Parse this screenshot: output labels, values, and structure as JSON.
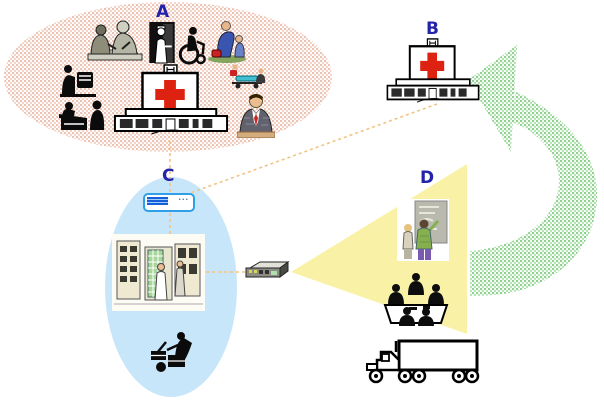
{
  "diagram": {
    "labels": {
      "a": "A",
      "b": "B",
      "c": "C",
      "d": "D"
    },
    "label_color": "#2222aa",
    "regions": {
      "a": {
        "label": "A",
        "shape": "stippled-pink-ellipse",
        "fill": "#f2d7cf",
        "contents": [
          "surgeons-operating",
          "nurse-at-door",
          "wheelchair-patient",
          "caregiver-with-patient",
          "clerk-at-copier",
          "reception-desk",
          "hospital-building",
          "emergency-gurney",
          "physician-at-desk"
        ]
      },
      "b": {
        "label": "B",
        "shape": "none",
        "contents": [
          "hospital-building"
        ]
      },
      "c": {
        "label": "C",
        "shape": "blue-ellipse",
        "fill": "#c8e6fa",
        "contents": [
          "application-window",
          "server-room",
          "delivery-handcart"
        ]
      },
      "d": {
        "label": "D",
        "shape": "yellow-wedge",
        "fill": "#f9f2a6",
        "contents": [
          "training-presentation",
          "team-meeting"
        ]
      }
    },
    "connectors": {
      "style": "dashed",
      "color": "#f2c383",
      "links": [
        "region-A to region-C",
        "building-B to region-C",
        "servers to router"
      ]
    },
    "flow_arrow": {
      "shape": "curved-swoosh",
      "points_at": "hospital-B",
      "color": "#8ccf8c"
    },
    "mini_window": {
      "dots": "..."
    },
    "standalone_icons": [
      "network-router",
      "semi-truck"
    ],
    "cross_color": "#dd2211"
  }
}
